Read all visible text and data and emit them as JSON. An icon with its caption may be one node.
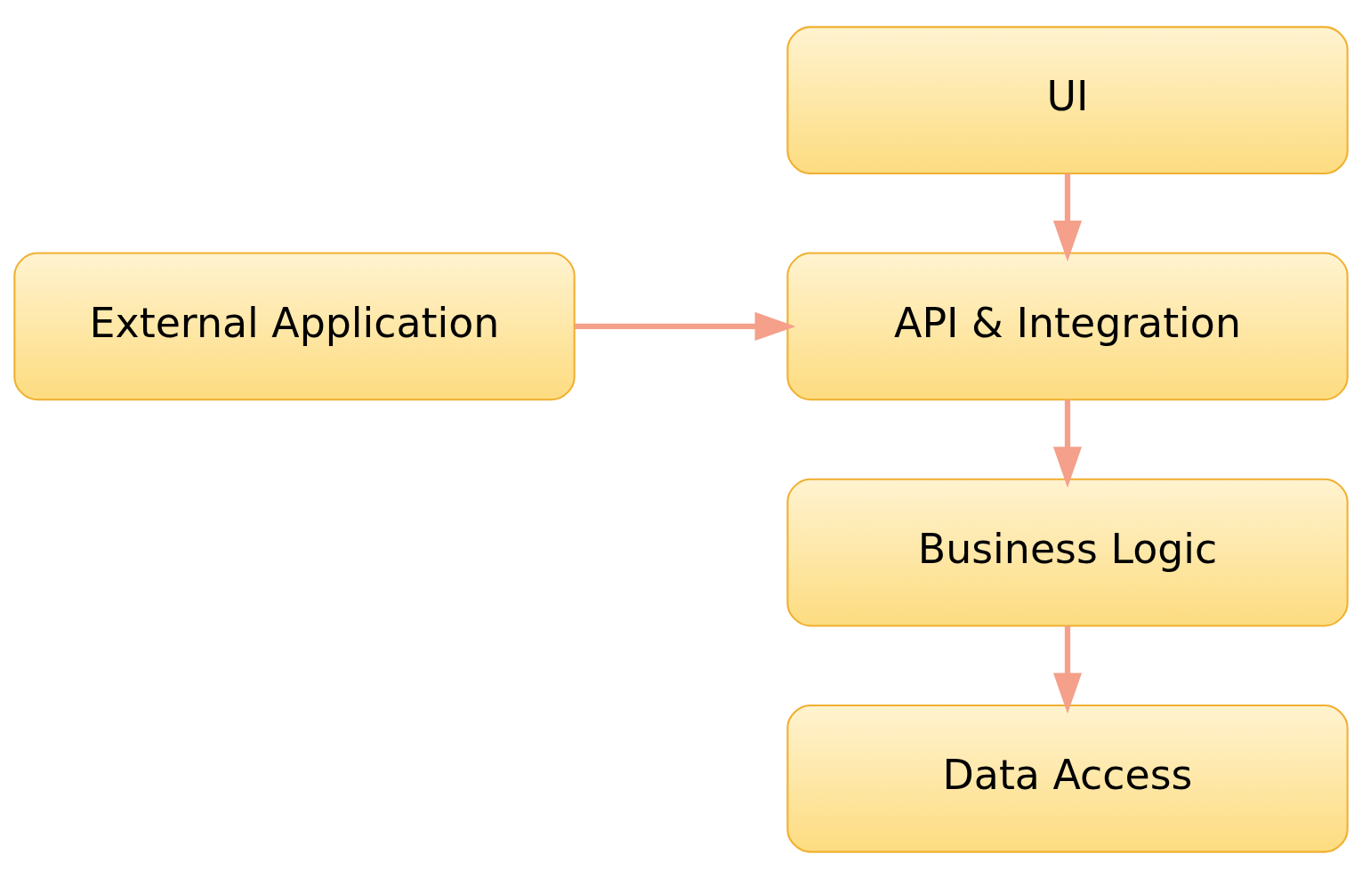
{
  "diagram": {
    "nodes": [
      {
        "text": [
          "UI"
        ]
      },
      {
        "text": [
          "API & Integration"
        ]
      },
      {
        "text": [
          "Business Logic"
        ]
      },
      {
        "text": [
          "Data Access"
        ]
      },
      {
        "text": [
          "External Application"
        ]
      }
    ],
    "edges": [
      {
        "from": 0,
        "to": 1,
        "arrow": "to"
      },
      {
        "from": 1,
        "to": 2,
        "arrow": "to"
      },
      {
        "from": 2,
        "to": 3,
        "arrow": "to"
      },
      {
        "from": 4,
        "to": 1,
        "arrow": "to"
      }
    ]
  }
}
